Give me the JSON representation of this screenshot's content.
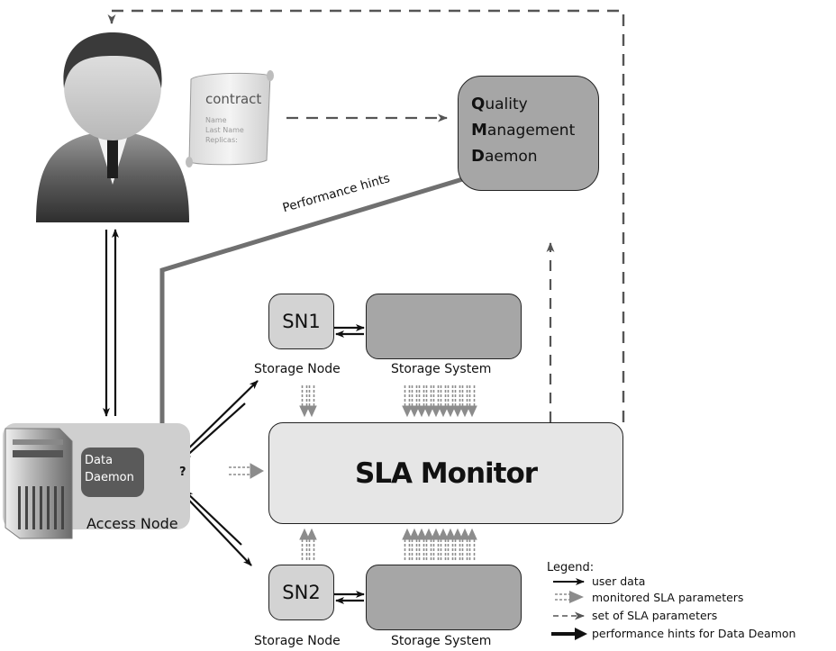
{
  "contract": {
    "title": "contract",
    "fields": [
      "Name",
      "Last Name",
      "Replicas:"
    ]
  },
  "qmd": {
    "lines": [
      {
        "initial": "Q",
        "rest": "uality"
      },
      {
        "initial": "M",
        "rest": "anagement"
      },
      {
        "initial": "D",
        "rest": "aemon"
      }
    ]
  },
  "labels": {
    "performance_hints": "Performance hints",
    "sla_monitor": "SLA Monitor",
    "access_node": "Access Node",
    "data_daemon_line1": "Data",
    "data_daemon_line2": "Daemon",
    "question_mark": "?",
    "storage_node": "Storage Node",
    "storage_system": "Storage System"
  },
  "nodes": {
    "sn1": "SN1",
    "sn2": "SN2"
  },
  "legend": {
    "title": "Legend:",
    "items": [
      "user data",
      "monitored SLA parameters",
      "set of SLA parameters",
      "performance hints for Data Deamon"
    ]
  },
  "colors": {
    "qmd_fill": "#a6a6a6",
    "storage_system_fill": "#a6a6a6",
    "storage_node_fill": "#d3d3d3",
    "sla_monitor_fill": "#e6e6e6",
    "data_daemon_fill": "#5a5a5a",
    "hint_line": "#707070",
    "dashed_line": "#555555",
    "monitored_arrow": "#8c8c8c"
  }
}
